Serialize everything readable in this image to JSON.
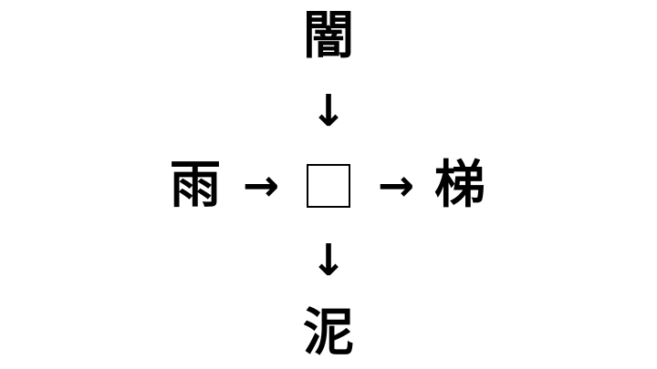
{
  "puzzle": {
    "top": "闇",
    "left": "雨",
    "right": "梯",
    "bottom": "泥",
    "arrow_down": "↓",
    "arrow_right": "→"
  },
  "colors": {
    "background": "#ffffff",
    "text": "#000000"
  }
}
